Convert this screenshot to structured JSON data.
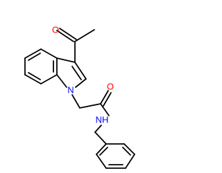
{
  "molecule": {
    "atoms": [
      {
        "id": "o-ketone",
        "symbol": "O",
        "color": "#ff0000"
      },
      {
        "id": "n-indole",
        "symbol": "N",
        "color": "#0000ff"
      },
      {
        "id": "o-amide",
        "symbol": "O",
        "color": "#ff0000"
      },
      {
        "id": "nh-amide",
        "symbol": "NH",
        "color": "#0000ff"
      }
    ],
    "bond_color": "#000000"
  }
}
